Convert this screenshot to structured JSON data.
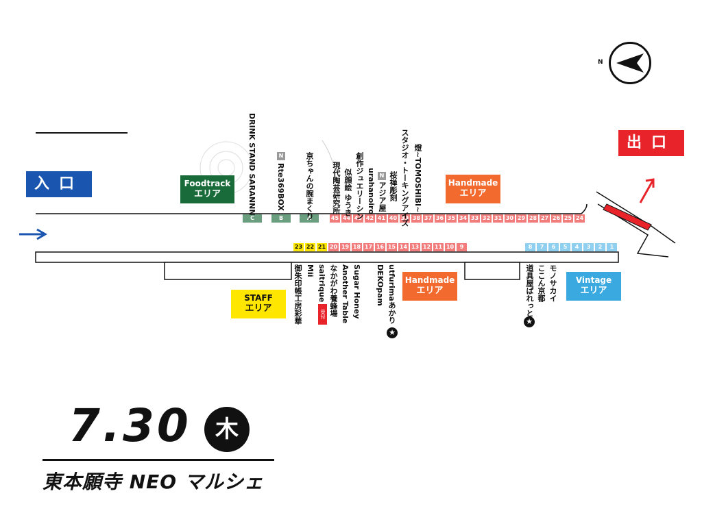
{
  "signs": {
    "entrance": "入口",
    "exit": "出口"
  },
  "compass": {
    "label": "N"
  },
  "areas": {
    "foodtruck": {
      "line1": "Foodtrack",
      "line2": "エリア",
      "color": "#1a6b3a"
    },
    "handmade_top": {
      "line1": "Handmade",
      "line2": "エリア",
      "color": "#f26a2e"
    },
    "handmade_bottom": {
      "line1": "Handmade",
      "line2": "エリア",
      "color": "#f26a2e"
    },
    "staff": {
      "line1": "STAFF",
      "line2": "エリア",
      "color": "#ffe600"
    },
    "vintage": {
      "line1": "Vintage",
      "line2": "エリア",
      "color": "#39a9e0"
    }
  },
  "colors": {
    "entrance": "#1a56b0",
    "exit": "#e8232a",
    "handmade": "#f27b7b",
    "letter": "#6a9e7f",
    "staff": "#ffe600",
    "vintage": "#8fd0f0"
  },
  "top_letter_cells": [
    "C",
    "B",
    "A"
  ],
  "top_number_cells": [
    "45",
    "44",
    "43",
    "42",
    "41",
    "40",
    "39",
    "38",
    "37",
    "36",
    "35",
    "34",
    "33",
    "32",
    "31",
    "30",
    "29",
    "28",
    "27",
    "26",
    "25",
    "24"
  ],
  "bottom_staff_cells": [
    "23",
    "22",
    "21"
  ],
  "bottom_handmade_cells": [
    "20",
    "19",
    "18",
    "17",
    "16",
    "15",
    "14",
    "13",
    "12",
    "11",
    "10",
    "9"
  ],
  "bottom_vintage_cells": [
    "8",
    "7",
    "6",
    "5",
    "4",
    "3",
    "2",
    "1"
  ],
  "n_badge": "N",
  "reception_badge": "受付",
  "star_icon": "★",
  "top_labels": [
    "DRINK STAND SARANNN",
    "Rte369BOX",
    "京ちゃんの腕まくり",
    "現代陶芸研究所",
    "似顔絵 ゆうき",
    "創作ジュエリーシン",
    "urahanoiro",
    "アジア屋",
    "桜禅彫刻",
    "スタジオ・トーキングアイズ",
    "燈~TOMOSHIBI~"
  ],
  "bottom_labels": [
    "御朱印帳工房彩華",
    "Mii",
    "saitrique",
    "なかがわ養蜂場",
    "Another Table",
    "Sugar Honey",
    "DEKOpam",
    "utfurimaあかり",
    "道具屋ぱれっと",
    "ここん京都",
    "モノサカイ"
  ],
  "event": {
    "date": "7.30",
    "weekday": "木",
    "title": "東本願寺 NEO マルシェ"
  }
}
